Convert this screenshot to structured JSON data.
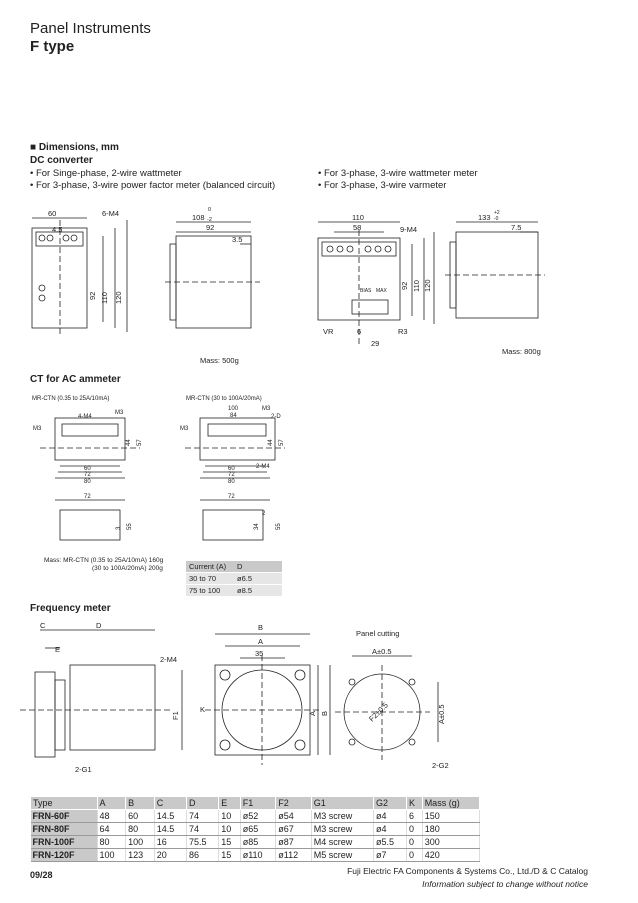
{
  "header": {
    "title": "Panel Instruments",
    "subtitle": "F type"
  },
  "dims": {
    "heading": "■ Dimensions, mm",
    "dc_converter": "DC converter",
    "bullets_left": [
      "• For Singe-phase, 2-wire wattmeter",
      "• For 3-phase, 3-wire power factor meter (balanced circuit)"
    ],
    "bullets_right": [
      "• For 3-phase, 3-wire wattmeter meter",
      "• For 3-phase, 3-wire varmeter"
    ],
    "mass_left": "Mass: 500g",
    "mass_right": "Mass: 800g",
    "labels_a": [
      "60",
      "6-M4",
      "4.5",
      "92",
      "110",
      "120",
      "108",
      "0",
      "-2",
      "92",
      "3.5"
    ],
    "labels_b": [
      "110",
      "58",
      "9-M4",
      "133",
      "+2",
      "-0",
      "7.5",
      "92",
      "110",
      "120",
      "VR",
      "6",
      "R3",
      "29",
      "BIAS",
      "MAX"
    ]
  },
  "ct": {
    "heading": "CT for AC ammeter",
    "model_a": "MR-CTN (0.35 to 25A/10mA)",
    "model_b": "MR-CTN (30 to 100A/20mA)",
    "labels_a": [
      "4-M4",
      "M3",
      "M3",
      "44",
      "57",
      "60",
      "72",
      "80",
      "72",
      "3",
      "55"
    ],
    "labels_b": [
      "100",
      "84",
      "M3",
      "2-D",
      "M3",
      "44",
      "57",
      "60",
      "72",
      "80",
      "2-M4",
      "72",
      "34",
      "55",
      "2"
    ],
    "mass_line1": "Mass:  MR-CTN  (0.35 to 25A/10mA) 160g",
    "mass_line2": "(30 to 100A/20mA) 200g",
    "table": {
      "headers": [
        "Current (A)",
        "D"
      ],
      "rows": [
        [
          "30 to 70",
          "ø6.5"
        ],
        [
          "75 to 100",
          "ø8.5"
        ]
      ]
    }
  },
  "freq": {
    "heading": "Frequency meter",
    "labels": [
      "C",
      "D",
      "E",
      "2-M4",
      "F1",
      "2-G1",
      "B",
      "A",
      "35",
      "K",
      "A",
      "B",
      "Panel cutting",
      "A±0.5",
      "A±0.5",
      "F2±0.5",
      "2-G2"
    ]
  },
  "spec_table": {
    "headers": [
      "Type",
      "A",
      "B",
      "C",
      "D",
      "E",
      "F1",
      "F2",
      "G1",
      "G2",
      "K",
      "Mass (g)"
    ],
    "rows": [
      [
        "FRN-60F",
        "48",
        "60",
        "14.5",
        "74",
        "10",
        "ø52",
        "ø54",
        "M3 screw",
        "ø4",
        "6",
        "150"
      ],
      [
        "FRN-80F",
        "64",
        "80",
        "14.5",
        "74",
        "10",
        "ø65",
        "ø67",
        "M3 screw",
        "ø4",
        "0",
        "180"
      ],
      [
        "FRN-100F",
        "80",
        "100",
        "16",
        "75.5",
        "15",
        "ø85",
        "ø87",
        "M4 screw",
        "ø5.5",
        "0",
        "300"
      ],
      [
        "FRN-120F",
        "100",
        "123",
        "20",
        "86",
        "15",
        "ø110",
        "ø112",
        "M5 screw",
        "ø7",
        "0",
        "420"
      ]
    ]
  },
  "footer": {
    "page": "09/28",
    "catalog": "Fuji Electric FA Components & Systems Co., Ltd./D & C Catalog",
    "note": "Information subject to change without notice"
  }
}
